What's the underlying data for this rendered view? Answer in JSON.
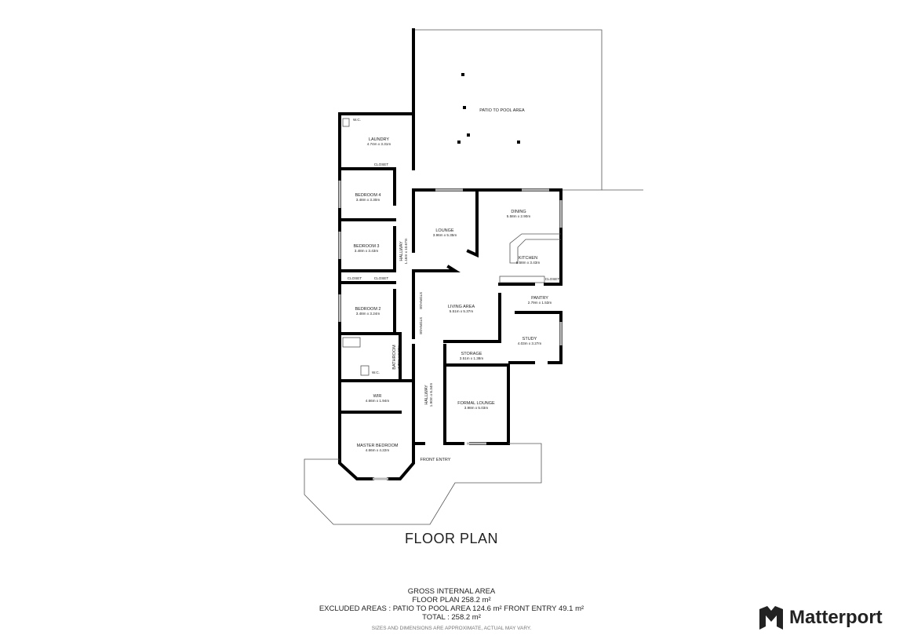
{
  "rooms": {
    "patio": {
      "name": "PATIO TO POOL AREA"
    },
    "laundry": {
      "name": "LAUNDRY",
      "dim": "4.74m x 3.31m"
    },
    "wc1": {
      "name": "W.C."
    },
    "closet_a": {
      "name": "CLOSET"
    },
    "bedroom4": {
      "name": "BEDROOM 4",
      "dim": "3.48m x 3.30m"
    },
    "bedroom3": {
      "name": "BEDROOM 3",
      "dim": "3.48m x 3.43m"
    },
    "closet_b": {
      "name": "CLOSET"
    },
    "closet_c": {
      "name": "CLOSET"
    },
    "bedroom2": {
      "name": "BEDROOM 2",
      "dim": "3.48m x 3.24m"
    },
    "hallway1": {
      "name": "HALLWAY",
      "dim": "1.16m x 10.67m"
    },
    "storage_a": {
      "name": "STORAGE"
    },
    "storage_b": {
      "name": "STORAGE"
    },
    "lounge": {
      "name": "LOUNGE",
      "dim": "3.96m x 5.35m"
    },
    "dining": {
      "name": "DINING",
      "dim": "5.58m x 2.90m"
    },
    "kitchen": {
      "name": "KITCHEN",
      "dim": "5.58m x 3.43m"
    },
    "closet_d": {
      "name": "CLOSET"
    },
    "pantry": {
      "name": "PANTRY",
      "dim": "2.79m x 1.53m"
    },
    "living": {
      "name": "LIVING AREA",
      "dim": "5.51m x 5.37m"
    },
    "study": {
      "name": "STUDY",
      "dim": "4.03m x 3.27m"
    },
    "storage": {
      "name": "STORAGE",
      "dim": "3.51m x 1.38m"
    },
    "bathroom": {
      "name": "BATHROOM",
      "dim": "4.78m x 3.07m"
    },
    "wc2": {
      "name": "W.C."
    },
    "wir": {
      "name": "WIR",
      "dim": "4.66m x 1.94m"
    },
    "hallway2": {
      "name": "HALLWAY",
      "dim": "1.90m x 6.34m"
    },
    "formal": {
      "name": "FORMAL LOUNGE",
      "dim": "3.98m x 5.03m"
    },
    "master": {
      "name": "MASTER BEDROOM",
      "dim": "4.66m x 4.22m"
    },
    "front_entry": {
      "name": "FRONT ENTRY"
    }
  },
  "title": "FLOOR PLAN",
  "area": {
    "heading": "GROSS INTERNAL AREA",
    "floor_plan": "FLOOR PLAN 258.2 m²",
    "excluded": "EXCLUDED AREAS :  PATIO TO POOL AREA 124.6 m²   FRONT ENTRY 49.1 m²",
    "total": "TOTAL :  258.2 m²",
    "disclaimer": "SIZES AND DIMENSIONS ARE APPROXIMATE, ACTUAL MAY VARY."
  },
  "brand": {
    "name": "Matterport"
  }
}
